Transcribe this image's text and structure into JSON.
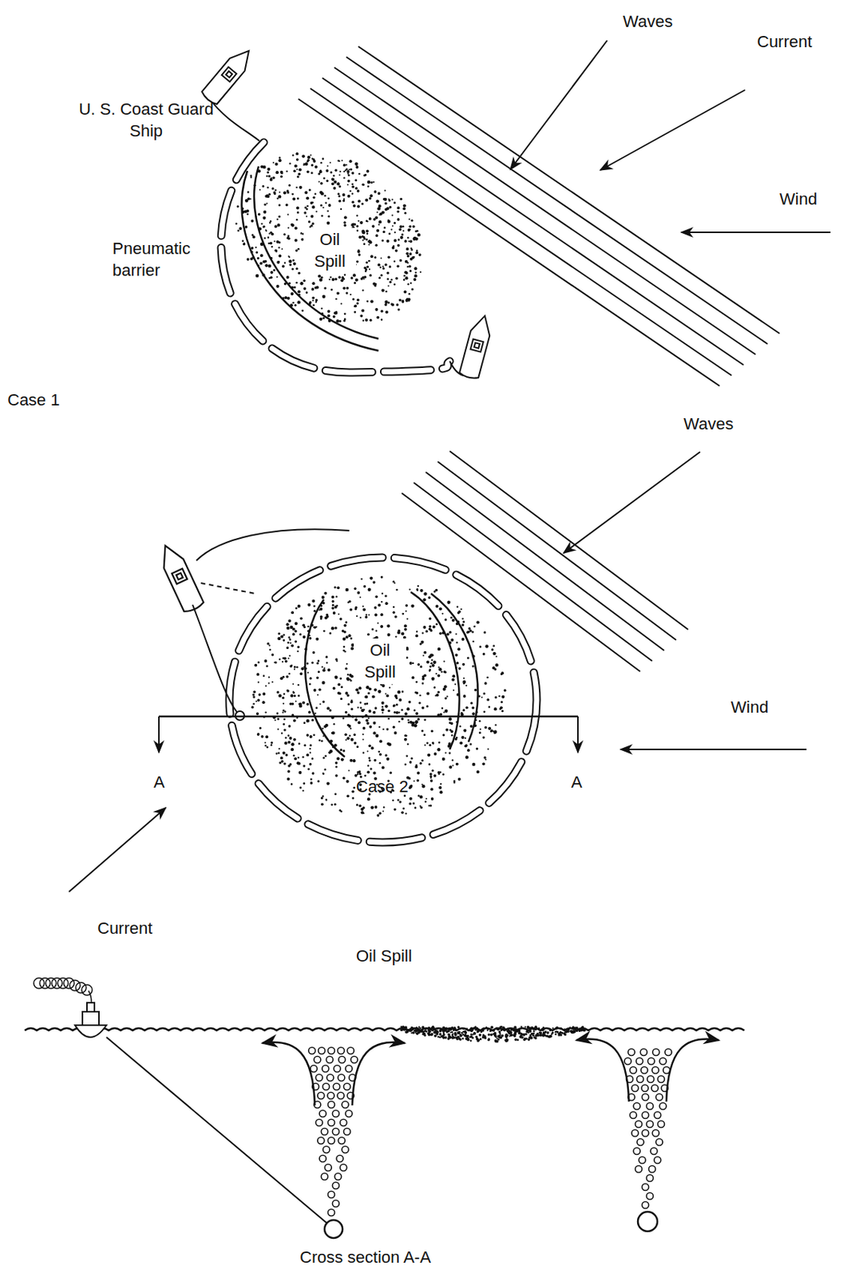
{
  "diagram": {
    "labels": [
      "Waves",
      "Current",
      "U. S. Coast Guard Ship",
      "Wind",
      "Pneumatic barrier",
      "Oil Spill",
      "Case 1",
      "Waves",
      "Oil Spill",
      "Wind",
      "A",
      "A",
      "Case 2",
      "Current",
      "Oil Spill",
      "Cross section A-A"
    ]
  }
}
